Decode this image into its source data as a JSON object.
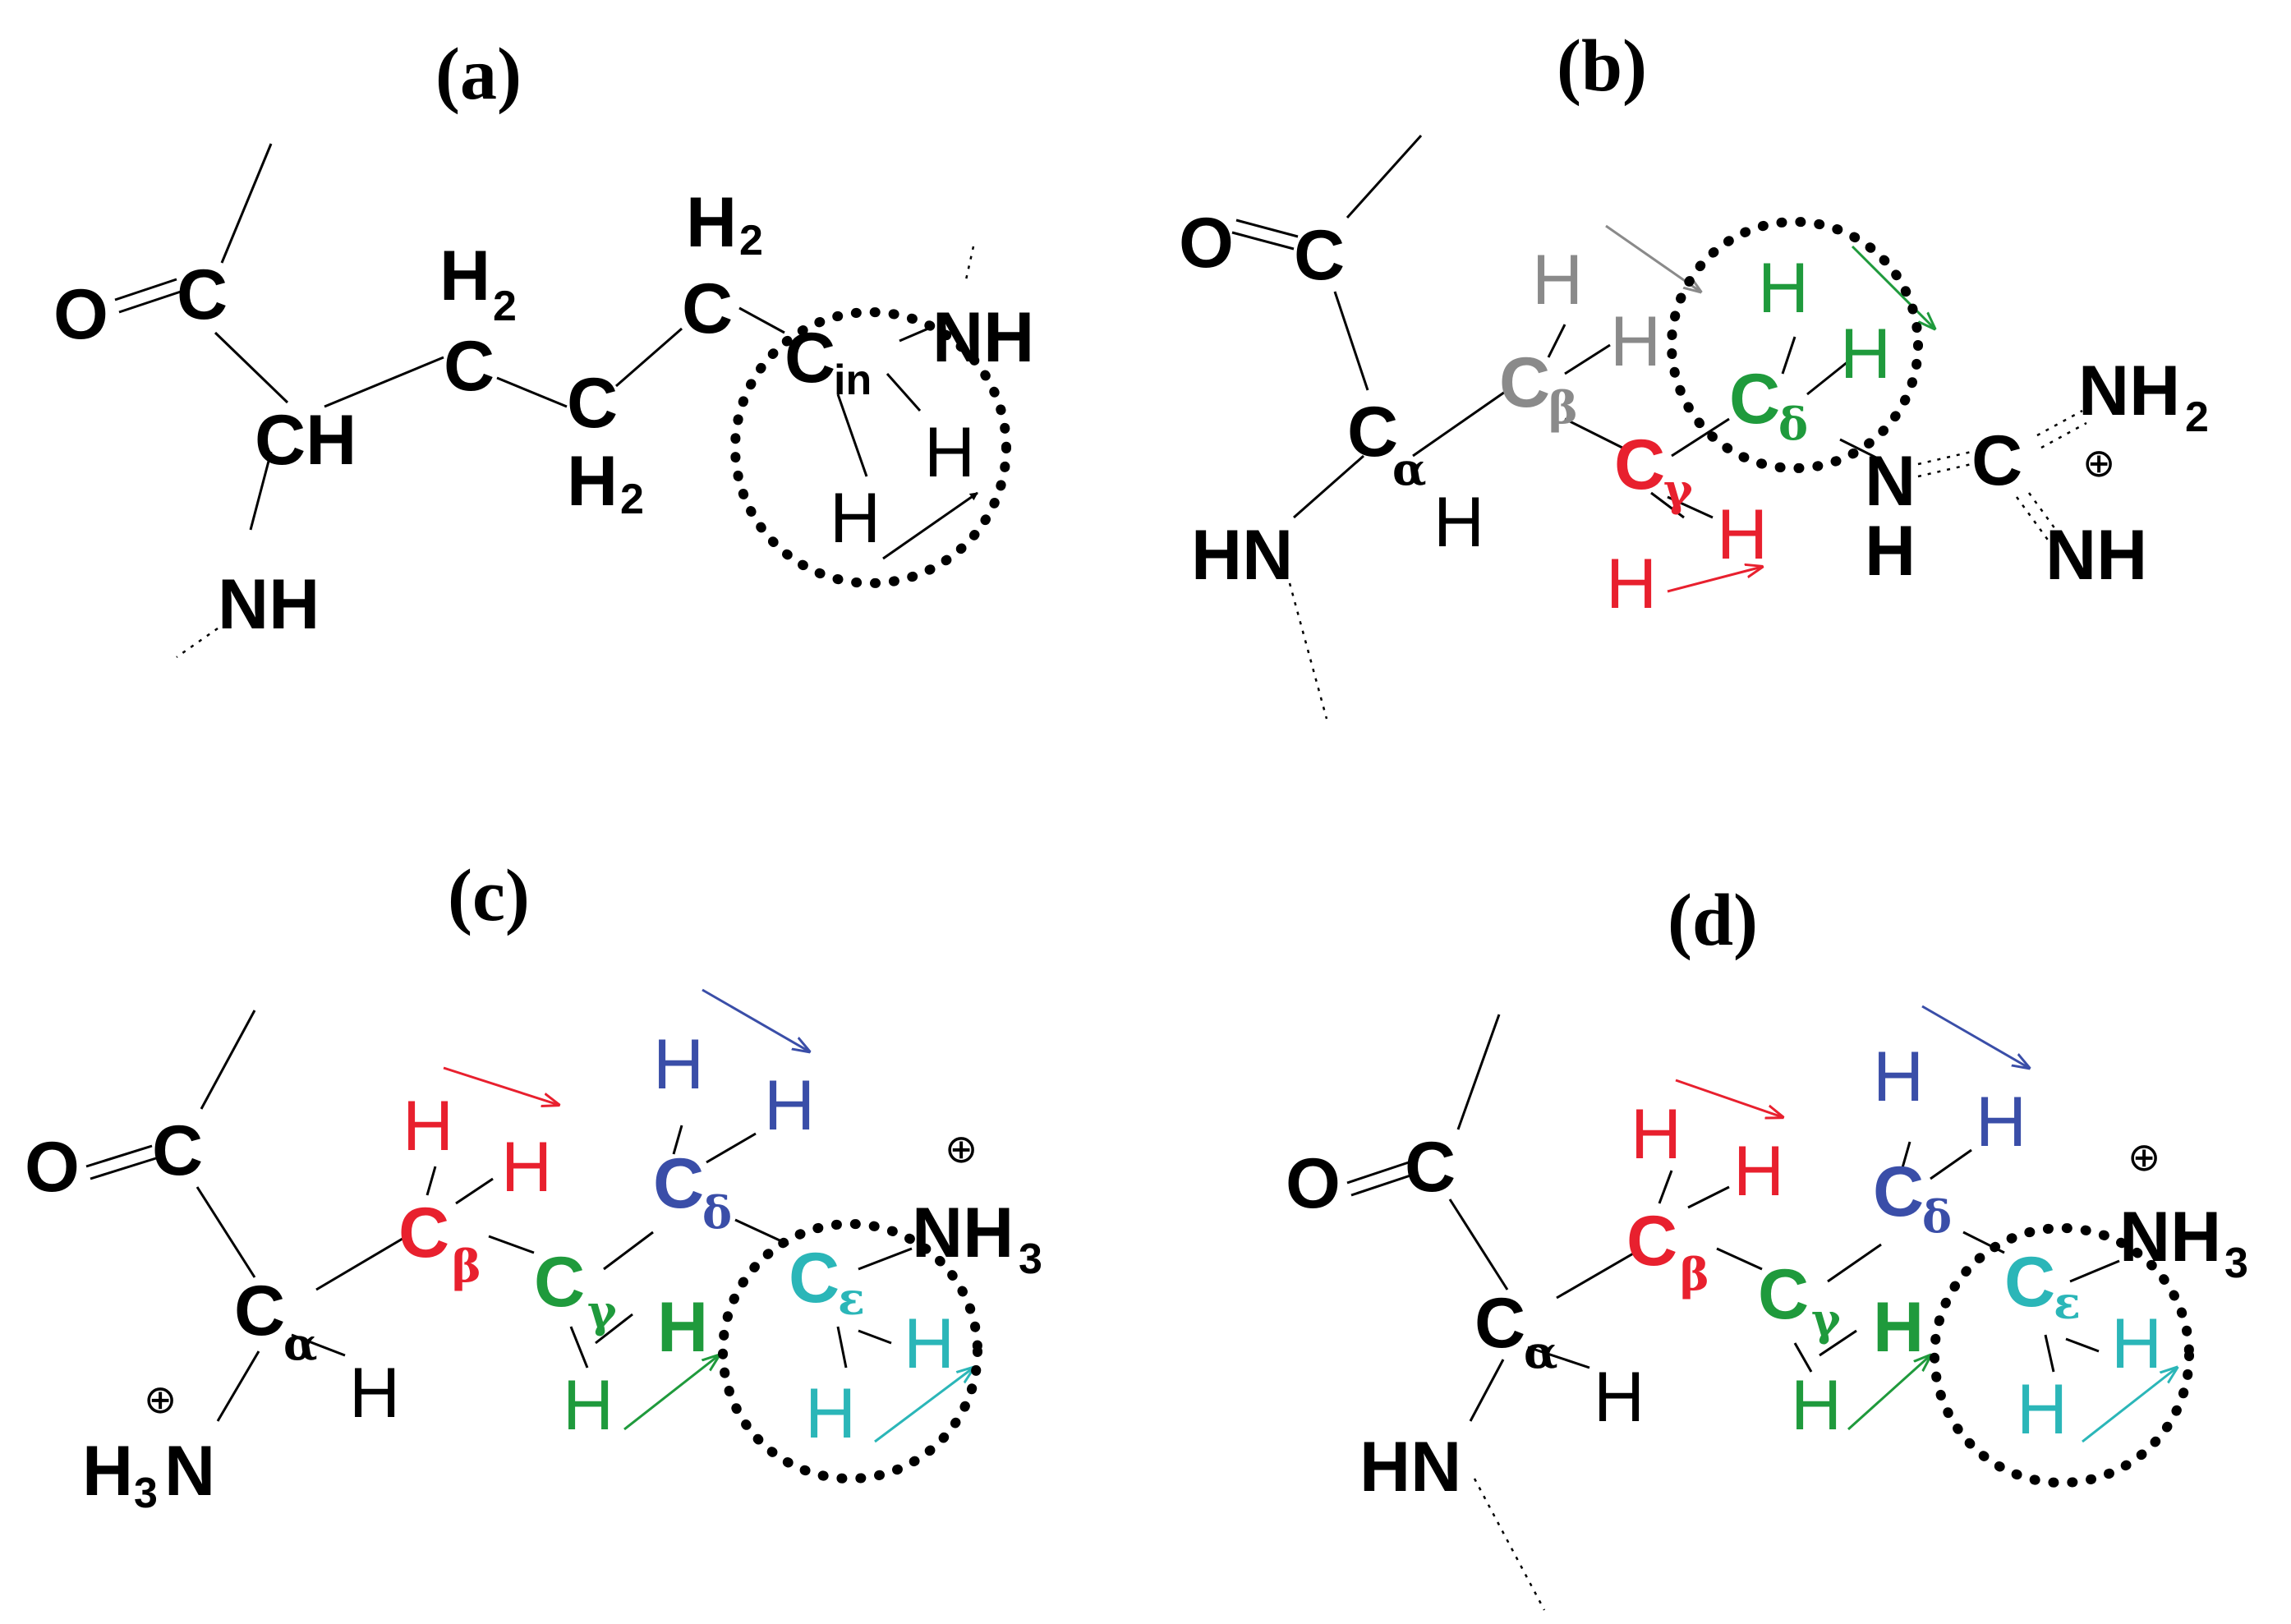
{
  "colors": {
    "black": "#000000",
    "gray": "#8a8a8a",
    "red": "#e8202e",
    "green": "#1f9a3c",
    "blue": "#3a4ea8",
    "cyan": "#2bb6b8"
  },
  "panel_a": {
    "label": "(a)",
    "O": "O",
    "C": "C",
    "CH": "CH",
    "NH": "NH",
    "H2": "H",
    "sub2": "2",
    "C2": "C",
    "C3": "C",
    "C4": "C",
    "Cin": "C",
    "in": "in",
    "NH_right": "NH",
    "H": "H"
  },
  "panel_b": {
    "label": "(b)",
    "O": "O",
    "C": "C",
    "Ca": "C",
    "alpha": "α",
    "H": "H",
    "HN": "HN",
    "Cb": "C",
    "beta": "β",
    "Cg": "C",
    "gamma": "γ",
    "Cd": "C",
    "delta": "δ",
    "N": "N",
    "Cguan": "C",
    "NH": "NH",
    "NH2": "NH",
    "sub2": "2",
    "charge": "⊕"
  },
  "panel_c": {
    "label": "(c)",
    "O": "O",
    "C": "C",
    "Ca": "C",
    "alpha": "α",
    "H": "H",
    "N": "N",
    "H3": "H",
    "sub3": "3",
    "Cb": "C",
    "beta": "β",
    "Cg": "C",
    "gamma": "γ",
    "Cd": "C",
    "delta": "δ",
    "Ce": "C",
    "epsilon": "ε",
    "NH3": "NH",
    "charge": "⊕"
  },
  "panel_d": {
    "label": "(d)",
    "O": "O",
    "C": "C",
    "Ca": "C",
    "alpha": "α",
    "H": "H",
    "HN": "HN",
    "Cb": "C",
    "beta": "β",
    "Cg": "C",
    "gamma": "γ",
    "Cd": "C",
    "delta": "δ",
    "Ce": "C",
    "epsilon": "ε",
    "NH3": "NH",
    "sub3": "3",
    "charge": "⊕"
  }
}
